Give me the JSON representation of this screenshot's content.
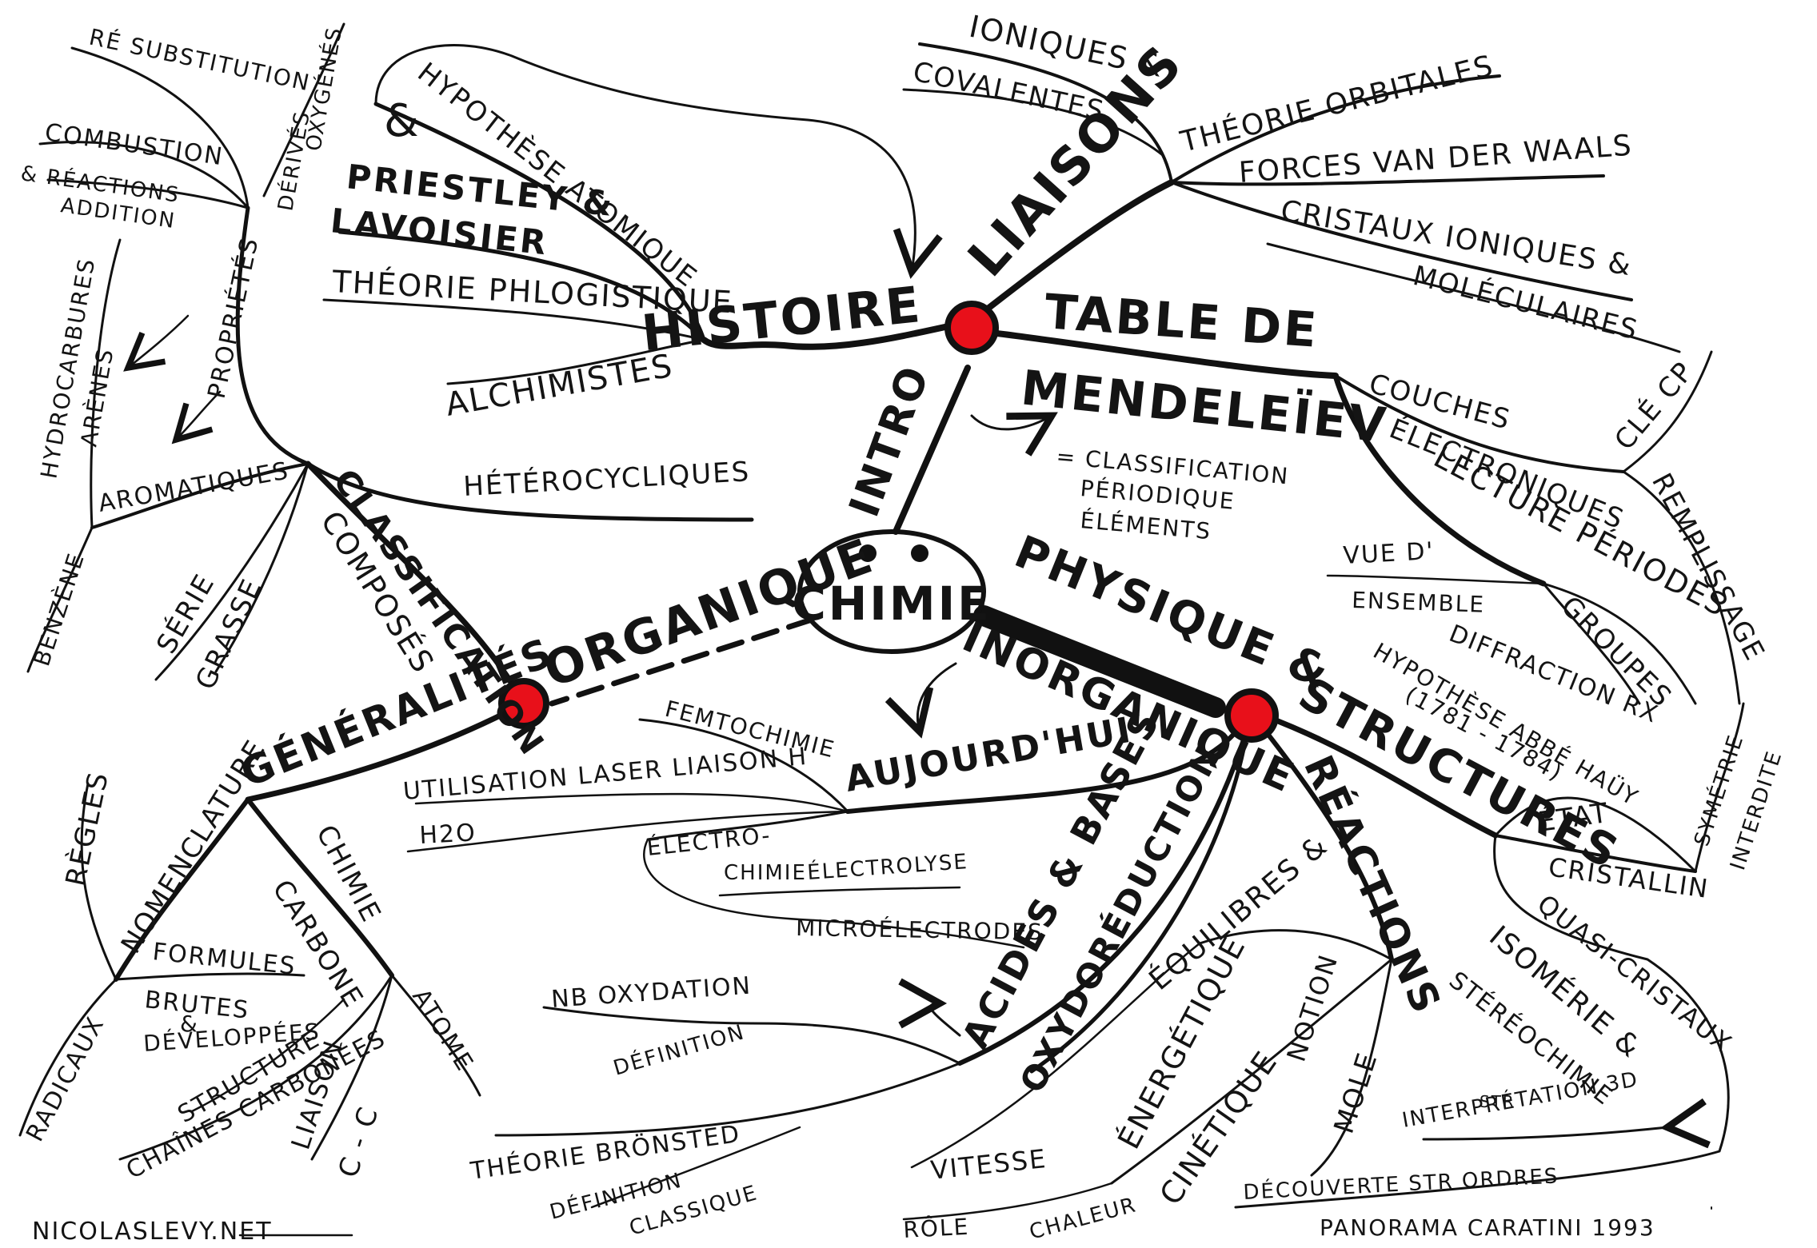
{
  "colors": {
    "ink": "#111111",
    "node": "#e8101a",
    "paper": "#ffffff"
  },
  "center": {
    "label": "CHIMIE"
  },
  "branches": {
    "histoire": {
      "label": "HISTOIRE",
      "items": [
        "HYPOTHÈSE ATOMIQUE",
        "&",
        "PRIESTLEY &",
        "LAVOISIER",
        "THÉORIE PHLOGISTIQUE",
        "ALCHIMISTES"
      ]
    },
    "liaisons": {
      "label": "LIAISONS",
      "items": [
        "IONIQUES &",
        "COVALENTES",
        "THÉORIE ORBITALES",
        "FORCES VAN DER WAALS",
        "CRISTAUX IONIQUES &",
        "MOLÉCULAIRES"
      ]
    },
    "intro": {
      "label": "INTRO"
    },
    "table": {
      "label_1": "TABLE DE",
      "label_2": "MENDELEÏEV",
      "note": [
        "= CLASSIFICATION",
        "PÉRIODIQUE",
        "ÉLÉMENTS"
      ],
      "items": [
        "COUCHES",
        "ÉLECTRONIQUES",
        "REMPLISSAGE",
        "CLÉ CP",
        "LECTURE PÉRIODES",
        "GROUPES",
        "VUE D'",
        "ENSEMBLE"
      ]
    },
    "physique": {
      "label_1": "PHYSIQUE &",
      "label_2": "INORGANIQUE",
      "aujourdhui": {
        "label": "AUJOURD'HUI",
        "items": [
          "FEMTOCHIMIE",
          "UTILISATION LASER LIAISON H",
          "H2O",
          "ÉLECTRO-",
          "CHIMIE",
          "ÉLECTROLYSE",
          "MICROÉLECTRODES"
        ]
      },
      "structures": {
        "label": "STRUCTURES",
        "items": [
          "DIFFRACTION RX",
          "HYPOTHÈSE ABBÉ HAÜY",
          "(1781 - 1784)",
          "ÉTAT",
          "SYMÉTRIE",
          "INTERDITE",
          "CRISTALLIN",
          "QUASI-CRISTAUX",
          "ISOMÉRIE &",
          "STÉRÉOCHIMIE",
          "STR",
          "INTERPRÉTATION 3D",
          "DÉCOUVERTE STR ORDRES"
        ]
      },
      "reactions": {
        "label": "RÉACTIONS",
        "items": [
          "ÉQUILIBRES &",
          "ÉNERGÉTIQUE",
          "NOTION",
          "MOLE",
          "CINÉTIQUE",
          "VITESSE",
          "RÔLE",
          "CHALEUR"
        ]
      },
      "acides": {
        "label": "ACIDES & BASES",
        "items": [
          "NB OXYDATION",
          "DÉFINITION",
          "THÉORIE BRÖNSTED",
          "DÉFINITION",
          "CLASSIQUE"
        ]
      },
      "oxydo": {
        "label": "OXYDORÉDUCTION"
      }
    },
    "organique": {
      "label": "ORGANIQUE",
      "classification": {
        "label_1": "CLASSIFICATION",
        "label_2": "COMPOSÉS",
        "items": [
          "HÉTÉROCYCLIQUES",
          "AROMATIQUES",
          "BENZÈNE",
          "HYDROCARBURES",
          "ARÈNES",
          "SÉRIE",
          "GRASSE",
          "PROPRIÉTÉS",
          "COMBUSTION",
          "& RÉACTIONS",
          "ADDITION",
          "RÉ SUBSTITUTION",
          "DÉRIVÉS",
          "OXYGÉNÉS"
        ]
      },
      "generalites": {
        "label": "GÉNÉRALITÉS",
        "items": [
          "NOMENCLATURE",
          "RÈGLES",
          "RADICAUX",
          "FORMULES",
          "BRUTES",
          "&",
          "DÉVELOPPÉES",
          "STRUCTURE",
          "CHAÎNES CARBONÉES",
          "CHIMIE",
          "CARBONE",
          "ATOME",
          "LIAISON",
          "C - C"
        ]
      }
    }
  },
  "footer": {
    "site": "NICOLASLEVY.NET",
    "credit": "PANORAMA CARATINI 1993"
  }
}
